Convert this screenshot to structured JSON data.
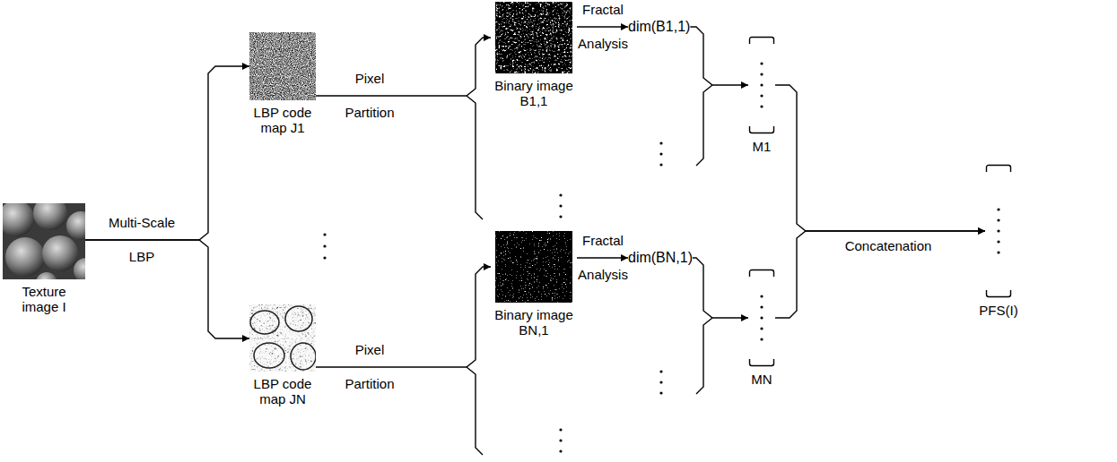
{
  "diagram": {
    "nodes": [
      {
        "text": [
          "Texture image I"
        ]
      },
      {
        "text": [
          "LBP code map J1"
        ]
      },
      {
        "text": [
          "Binary image B1,1"
        ]
      },
      {
        "text": [
          "dim(B1,1)"
        ]
      },
      {
        "text": [
          "M1"
        ]
      },
      {
        "text": [
          "LBP code map JN"
        ]
      },
      {
        "text": [
          "Binary image BN,1"
        ]
      },
      {
        "text": [
          "dim(BN,1)"
        ]
      },
      {
        "text": [
          "MN"
        ]
      },
      {
        "text": [
          "PFS(I)"
        ]
      }
    ],
    "edges": [
      {
        "from": 0,
        "to": 1,
        "arrow": "to",
        "label": "Multi-Scale LBP"
      },
      {
        "from": 0,
        "to": 5,
        "arrow": "to"
      },
      {
        "from": 1,
        "to": 2,
        "arrow": "to",
        "label": "Pixel Partition"
      },
      {
        "from": 5,
        "to": 6,
        "arrow": "to",
        "label": "Pixel Partition"
      },
      {
        "from": 2,
        "to": 3,
        "arrow": "to",
        "label": "Fractal Analysis"
      },
      {
        "from": 6,
        "to": 7,
        "arrow": "to",
        "label": "Fractal Analysis"
      },
      {
        "from": 3,
        "to": 4,
        "arrow": "to"
      },
      {
        "from": 7,
        "to": 8,
        "arrow": "to"
      },
      {
        "from": 4,
        "to": 9,
        "arrow": "to",
        "label": "Concatenation"
      },
      {
        "from": 8,
        "to": 9,
        "arrow": "to"
      }
    ]
  }
}
